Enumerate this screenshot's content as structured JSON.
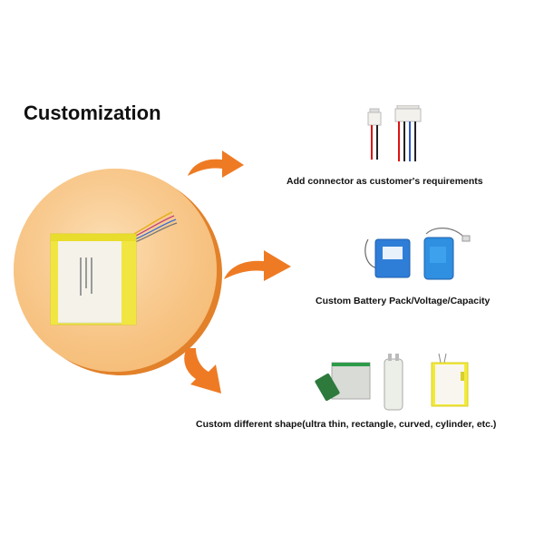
{
  "title": "Customization",
  "captions": {
    "connector": "Add connector as customer's requirements",
    "pack": "Custom Battery Pack/Voltage/Capacity",
    "shape": "Custom different shape(ultra thin, rectangle, curved, cylinder, etc.)"
  },
  "colors": {
    "circle_fill": "#f8c98a",
    "circle_shadow": "#e07a1f",
    "arrow": "#ee7b24",
    "battery_yellow": "#f2ea3c",
    "battery_silver": "#d9dbd6",
    "pack_blue": "#2e7ed8"
  },
  "icons": {
    "arrow": "curved-arrow-icon",
    "battery": "lipo-battery-icon",
    "connector": "wire-connector-icon",
    "pack": "battery-pack-icon"
  }
}
